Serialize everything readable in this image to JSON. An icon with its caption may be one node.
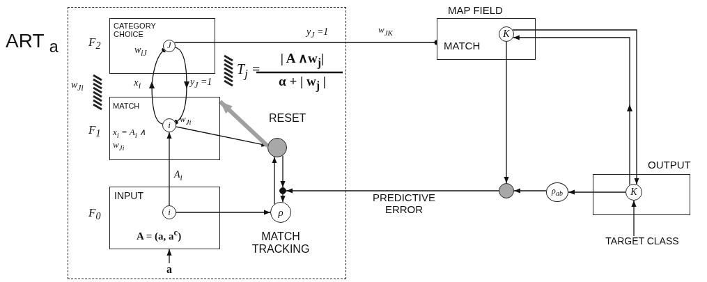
{
  "diagram": {
    "nodes": [
      {
        "text": [
          "ART $_{a}$"
        ]
      },
      {
        "text": [
          "CATEGORY CHOICE"
        ],
        "in": 0,
        "beside": [
          "F$_{2}$"
        ]
      },
      {
        "text": [
          "J"
        ],
        "in": 1
      },
      {
        "text": [
          "MATCH",
          "x$_{i}$ = A$_{i}$ ∧ w$_{Ji}$"
        ],
        "in": 0,
        "beside": [
          "F$_{1}$"
        ]
      },
      {
        "text": [
          "i"
        ],
        "in": 3
      },
      {
        "text": [
          "INPUT",
          "A = (a, a$^{c}$)"
        ],
        "in": 0,
        "beside": [
          "F$_{0}$"
        ]
      },
      {
        "text": [
          "i"
        ],
        "in": 5
      },
      {
        "text": [],
        "shape": "circle",
        "in": 0,
        "beside": [
          "RESET"
        ]
      },
      {
        "text": [],
        "shape": "circle",
        "in": 0
      },
      {
        "text": [
          "ρ"
        ],
        "in": 0,
        "beside": [
          "MATCH TRACKING"
        ]
      },
      {
        "text": [
          "a"
        ],
        "in": 0
      },
      {
        "text": [
          "MAP FIELD",
          "MATCH"
        ]
      },
      {
        "text": [
          "K"
        ],
        "in": 11
      },
      {
        "text": [],
        "shape": "circle"
      },
      {
        "text": [
          "ρ$_{ab}$"
        ]
      },
      {
        "text": [
          "OUTPUT"
        ]
      },
      {
        "text": [
          "K"
        ],
        "in": 15
      },
      {
        "text": [
          "TARGET CLASS"
        ]
      }
    ],
    "edges": [
      {
        "from": 2,
        "to": 4,
        "arrow": "to",
        "label": "y$_{J}$ =1"
      },
      {
        "from": 4,
        "to": 2,
        "arrow": "to",
        "label": "x$_{i}$"
      },
      {
        "from": 6,
        "to": 4,
        "arrow": "to",
        "label": "A$_{i}$"
      },
      {
        "from": 10,
        "to": 5,
        "arrow": "to"
      },
      {
        "from": 6,
        "to": 9,
        "arrow": "to"
      },
      {
        "from": 4,
        "to": 7,
        "arrow": "to"
      },
      {
        "from": 7,
        "to": 8,
        "arrow": "to"
      },
      {
        "from": 8,
        "to": 9,
        "arrow": "to"
      },
      {
        "from": 9,
        "to": 7,
        "arrow": "to"
      },
      {
        "from": 13,
        "to": 8,
        "arrow": "to",
        "label": "PREDICTIVE ERROR"
      },
      {
        "from": 2,
        "to": 11,
        "arrow": "other",
        "label": "y$_{J}$ =1"
      },
      {
        "from": 12,
        "to": 13,
        "arrow": "to"
      },
      {
        "from": 12,
        "to": 16,
        "arrow": "to"
      },
      {
        "from": 16,
        "to": 12,
        "arrow": "to"
      },
      {
        "from": 16,
        "to": 14,
        "arrow": "to"
      },
      {
        "from": 14,
        "to": 13,
        "arrow": "to"
      },
      {
        "from": 17,
        "to": 16,
        "arrow": "to"
      },
      {
        "from": 7,
        "to": 3,
        "arrow": "to",
        "style": "thick",
        "color": "#a0a0a0"
      }
    ],
    "labels": [
      "w$_{iJ}$",
      "w$_{Ji}$",
      "w$_{Ji}$",
      "T$_{j}$ =",
      "| A ∧w$_{j}$|",
      "α + | w$_{j}$ |",
      "w$_{JK}$"
    ]
  }
}
